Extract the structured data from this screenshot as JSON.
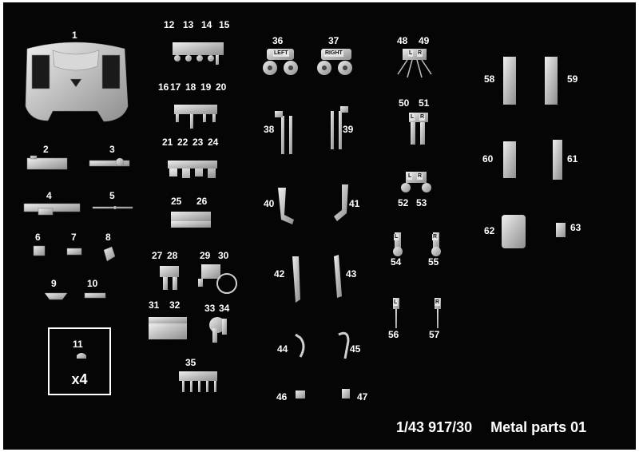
{
  "sheet": {
    "scale": "1/43",
    "model": "917/30",
    "title": "Metal parts 01",
    "quantity_note": "x4",
    "colors": {
      "background": "#050505",
      "text": "#ffffff",
      "metal": "#c9c9c9"
    }
  },
  "part_numbers": [
    "1",
    "2",
    "3",
    "4",
    "5",
    "6",
    "7",
    "8",
    "9",
    "10",
    "11",
    "12",
    "13",
    "14",
    "15",
    "16",
    "17",
    "18",
    "19",
    "20",
    "21",
    "22",
    "23",
    "24",
    "25",
    "26",
    "27",
    "28",
    "29",
    "30",
    "31",
    "32",
    "33",
    "34",
    "35",
    "36",
    "37",
    "38",
    "39",
    "40",
    "41",
    "42",
    "43",
    "44",
    "45",
    "46",
    "47",
    "48",
    "49",
    "50",
    "51",
    "52",
    "53",
    "54",
    "55",
    "56",
    "57",
    "58",
    "59",
    "60",
    "61",
    "62",
    "63"
  ],
  "part_markings": {
    "left_full": "LEFT",
    "right_full": "RIGHT",
    "left_short": "L",
    "right_short": "R"
  }
}
